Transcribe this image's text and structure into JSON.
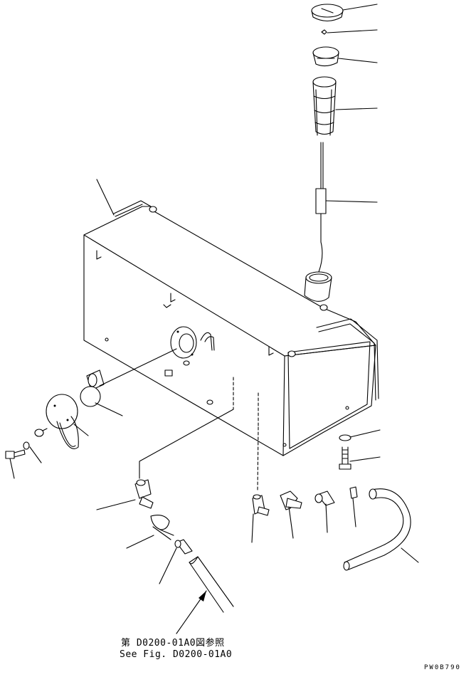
{
  "reference_note": {
    "japanese": "第 D0200-01A0図参照",
    "english": "See Fig. D0200-01A0"
  },
  "drawing_code": "PW0B790"
}
